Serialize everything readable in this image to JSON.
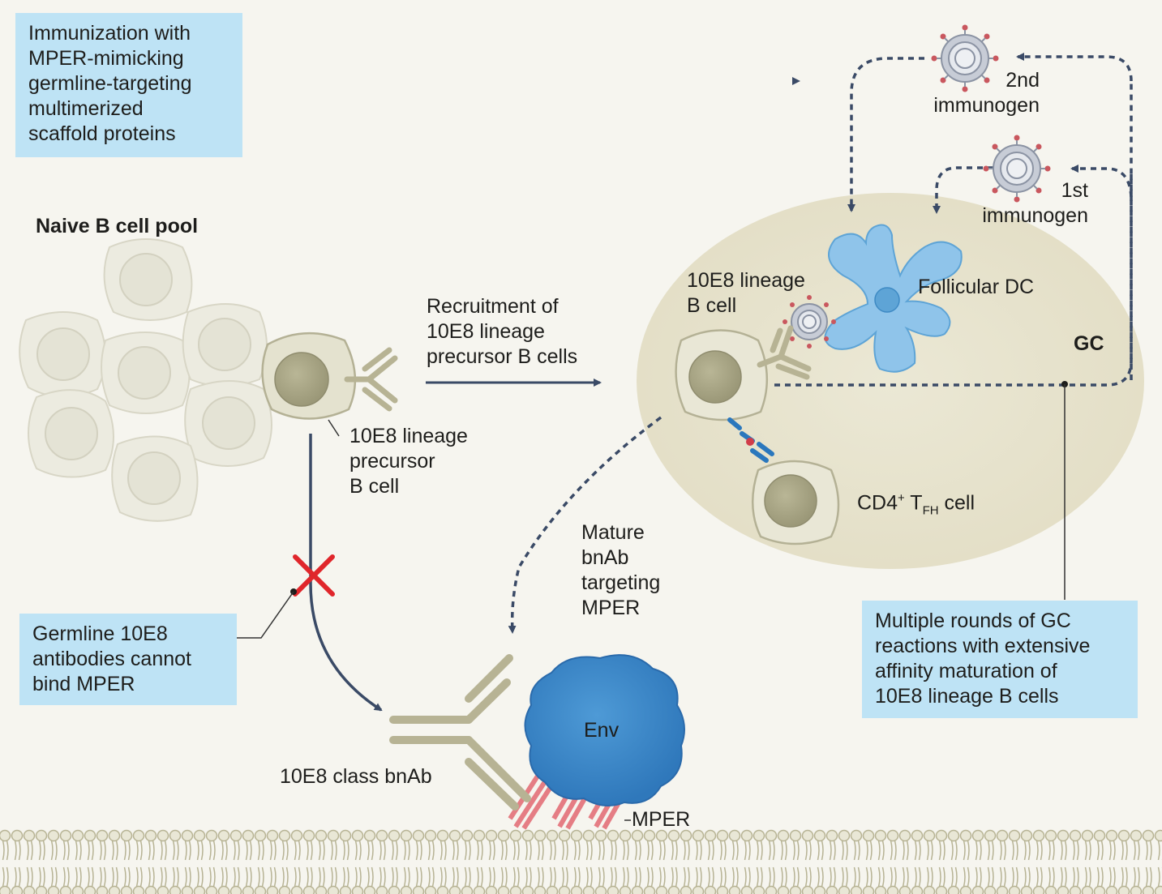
{
  "boxes": {
    "immunization": [
      "Immunization with",
      "MPER-mimicking",
      "germline-targeting",
      "multimerized",
      "scaffold proteins"
    ],
    "germline": [
      "Germline 10E8",
      "antibodies cannot",
      "bind MPER"
    ],
    "multiple_rounds": [
      "Multiple rounds of GC",
      "reactions with extensive",
      "affinity maturation of",
      "10E8 lineage B cells"
    ]
  },
  "labels": {
    "naive_pool": "Naive B cell pool",
    "precursor": [
      "10E8 lineage",
      "precursor",
      "B cell"
    ],
    "recruitment": [
      "Recruitment of",
      "10E8 lineage",
      "precursor B cells"
    ],
    "second_immunogen": [
      "2nd",
      "immunogen"
    ],
    "first_immunogen": [
      "1st",
      "immunogen"
    ],
    "lineage_b_cell": [
      "10E8 lineage",
      "B cell"
    ],
    "follicular_dc": "Follicular DC",
    "gc": "GC",
    "cd4": "CD4",
    "cd4_sup": "+",
    "t_main": "T",
    "t_sub": "FH",
    "cell_word": "cell",
    "mature": [
      "Mature",
      "bnAb",
      "targeting",
      "MPER"
    ],
    "env": "Env",
    "class_bnab": "10E8 class bnAb",
    "mper": "MPER"
  },
  "colors": {
    "background": "#f6f5ef",
    "box_fill": "#bee3f5",
    "gc_fill": "#e6e2cd",
    "cell_fill": "#e9e8da",
    "cell_nucleus": "#a8a585",
    "antibody": "#b7b394",
    "arrow": "#3a4a66",
    "env_blue": "#3b86c7",
    "dc_blue": "#8fc4ea",
    "mper_red": "#e57d84",
    "inhibit_red": "#e0262b"
  }
}
